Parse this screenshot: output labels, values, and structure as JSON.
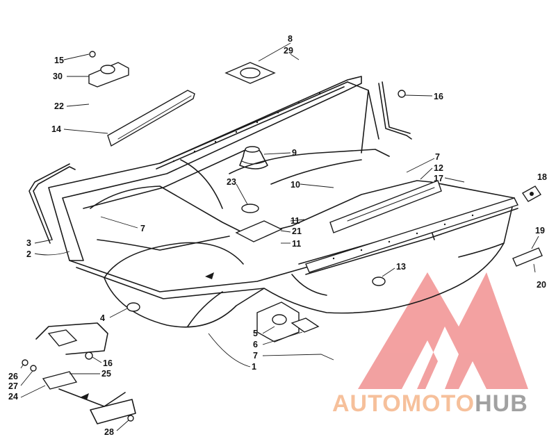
{
  "callouts": [
    {
      "id": "c8",
      "label": "8"
    },
    {
      "id": "c29",
      "label": "29"
    },
    {
      "id": "c15",
      "label": "15"
    },
    {
      "id": "c30",
      "label": "30"
    },
    {
      "id": "c16a",
      "label": "16"
    },
    {
      "id": "c22",
      "label": "22"
    },
    {
      "id": "c14",
      "label": "14"
    },
    {
      "id": "c9",
      "label": "9"
    },
    {
      "id": "c7a",
      "label": "7"
    },
    {
      "id": "c12",
      "label": "12"
    },
    {
      "id": "c17",
      "label": "17"
    },
    {
      "id": "c18",
      "label": "18"
    },
    {
      "id": "c23",
      "label": "23"
    },
    {
      "id": "c10",
      "label": "10"
    },
    {
      "id": "c11a",
      "label": "11"
    },
    {
      "id": "c21",
      "label": "21"
    },
    {
      "id": "c11b",
      "label": "11"
    },
    {
      "id": "c7b",
      "label": "7"
    },
    {
      "id": "c3",
      "label": "3"
    },
    {
      "id": "c2",
      "label": "2"
    },
    {
      "id": "c19",
      "label": "19"
    },
    {
      "id": "c13",
      "label": "13"
    },
    {
      "id": "c20",
      "label": "20"
    },
    {
      "id": "c4",
      "label": "4"
    },
    {
      "id": "c5",
      "label": "5"
    },
    {
      "id": "c6",
      "label": "6"
    },
    {
      "id": "c7c",
      "label": "7"
    },
    {
      "id": "c1",
      "label": "1"
    },
    {
      "id": "c16b",
      "label": "16"
    },
    {
      "id": "c25",
      "label": "25"
    },
    {
      "id": "c26",
      "label": "26"
    },
    {
      "id": "c27",
      "label": "27"
    },
    {
      "id": "c24",
      "label": "24"
    },
    {
      "id": "c28",
      "label": "28"
    }
  ],
  "watermark": {
    "word_part1": "AUTO",
    "word_part2": "MOTO",
    "word_part3": "HUB",
    "color_orange": "#f4b183",
    "color_red": "#e8443a",
    "color_gray": "#8a8a8a"
  }
}
